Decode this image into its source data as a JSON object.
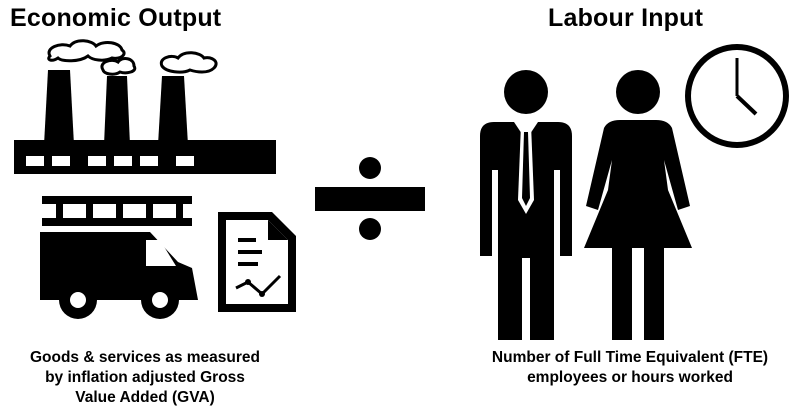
{
  "left": {
    "heading": "Economic Output",
    "caption_lines": [
      "Goods & services as measured",
      "by inflation adjusted Gross",
      "Value Added (GVA)"
    ]
  },
  "right": {
    "heading": "Labour Input",
    "caption_lines": [
      "Number of Full Time Equivalent (FTE)",
      "employees or hours worked"
    ]
  },
  "operator": "÷",
  "icons": [
    "factory-icon",
    "van-icon",
    "document-chart-icon",
    "division-icon",
    "man-icon",
    "woman-icon",
    "clock-icon"
  ]
}
